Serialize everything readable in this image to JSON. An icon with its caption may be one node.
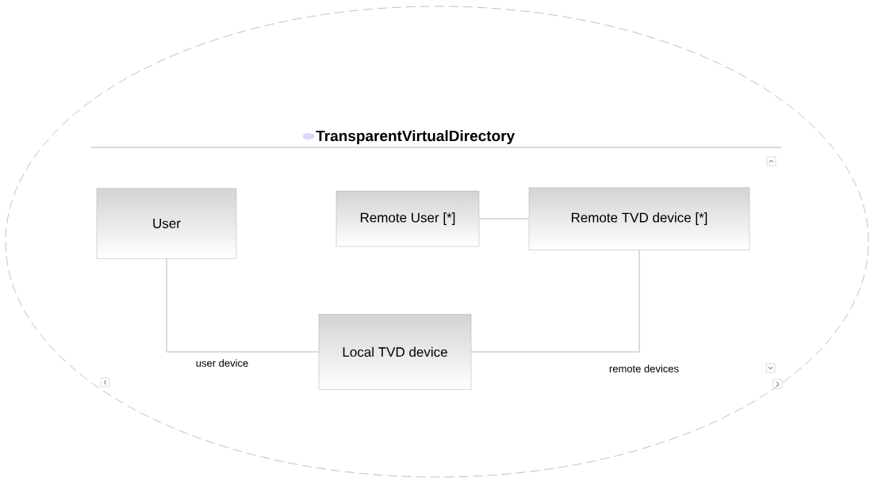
{
  "diagram": {
    "nodes": [
      {
        "text": [
          "TransparentVirtualDirectory"
        ]
      },
      {
        "text": [
          "User"
        ],
        "in": 0
      },
      {
        "text": [
          "Remote User [*]"
        ],
        "in": 0
      },
      {
        "text": [
          "Remote TVD device [*]"
        ],
        "in": 0
      },
      {
        "text": [
          "Local TVD device"
        ],
        "in": 0
      }
    ],
    "edges": [
      {
        "from": 1,
        "to": 4,
        "arrow": "none",
        "label": "user device"
      },
      {
        "from": 2,
        "to": 3,
        "arrow": "none"
      },
      {
        "from": 4,
        "to": 3,
        "arrow": "none",
        "label": "remote devices"
      }
    ]
  }
}
